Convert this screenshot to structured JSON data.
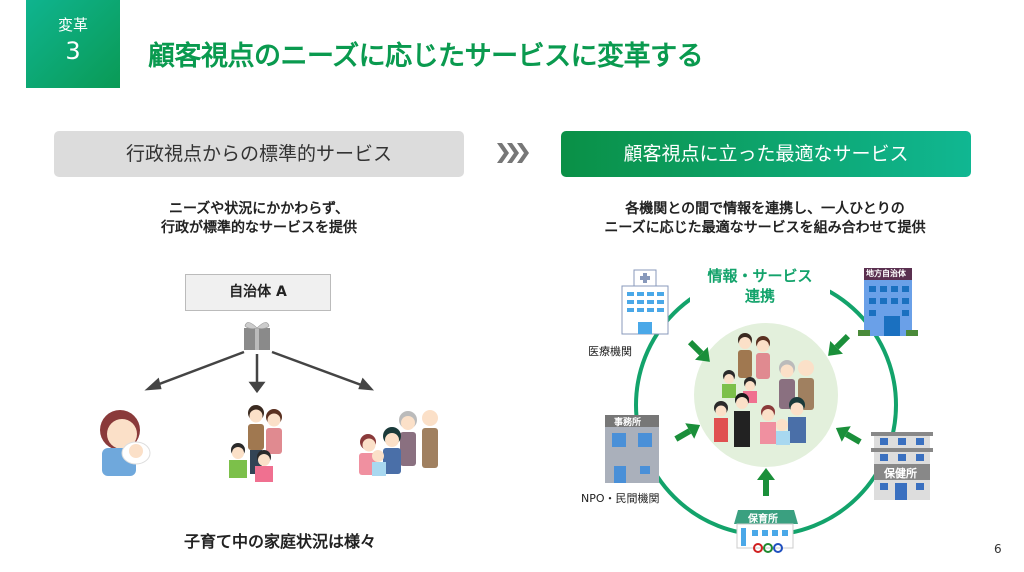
{
  "badge": {
    "label": "変革",
    "number": "3"
  },
  "title": "顧客視点のニーズに応じたサービスに変革する",
  "left": {
    "heading": "行政視点からの標準的サービス",
    "desc_line1": "ニーズや状況にかかわらず、",
    "desc_line2": "行政が標準的なサービスを提供",
    "municipality": "自治体 A",
    "caption": "子育て中の家庭状況は様々",
    "icons": [
      "gift-box-icon",
      "mother-with-baby-illustration",
      "family-with-children-illustration",
      "three-generation-family-illustration"
    ]
  },
  "arrow_icon": "triple-chevron-right-icon",
  "right": {
    "heading": "顧客視点に立った最適なサービス",
    "desc_line1": "各機関との間で情報を連携し、一人ひとりの",
    "desc_line2": "ニーズに応じた最適なサービスを組み合わせて提供",
    "cooperation_line1": "情報・サービス",
    "cooperation_line2": "連携",
    "institutions": {
      "medical": "医療機関",
      "local_gov_sign": "地方自治体",
      "office_sign": "事務所",
      "npo": "NPO・民間機関",
      "nursery_sign": "保育所",
      "health_center_sign": "保健所"
    }
  },
  "colors": {
    "accent_green": "#0a9a4f",
    "circle_green": "#13a36b",
    "arrow_green": "#1a8f3a",
    "gray_head": "#dcdcdc"
  },
  "page_number": "6"
}
